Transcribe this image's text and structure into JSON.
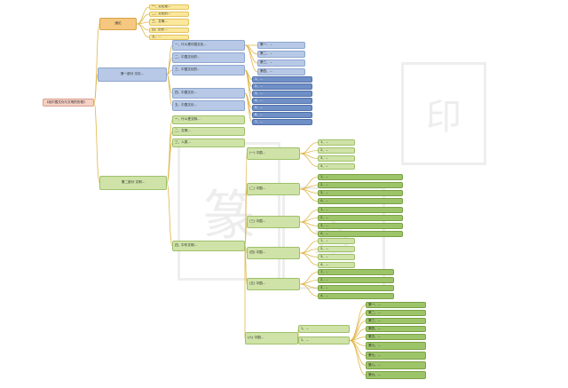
{
  "root": {
    "label": "《经中国文化与文明的历程》"
  },
  "branches": {
    "intro": {
      "label": "绪论",
      "items": [
        "一、文化是...",
        "二、文化的...",
        "三、文明...",
        "四、历史...",
        "五、..."
      ]
    },
    "part1": {
      "label": "第一部分 文化...",
      "items": [
        "一、什么是中国文化...",
        "二、中国文化的...",
        "三、中国文化的...",
        "四、中国文化...",
        "五、中国文化..."
      ],
      "sub_a": [
        "第一、...",
        "第二、...",
        "第三、...",
        "第四、..."
      ],
      "sub_b": [
        "1、...",
        "2、...",
        "3、...",
        "4、...",
        "5、...",
        "6、...",
        "7、..."
      ]
    },
    "part2": {
      "label": "第二部分 文明...",
      "items": [
        "一、什么是文明...",
        "二、文明...",
        "三、人类...",
        "四、中华文明..."
      ],
      "sections": [
        {
          "label": "(一) 中国...",
          "leaves": [
            "1、...",
            "2、...",
            "3、...",
            "4、..."
          ]
        },
        {
          "label": "(二) 中国...",
          "leaves": [
            "1、...",
            "2、...",
            "3、...",
            "4、..."
          ]
        },
        {
          "label": "(三) 中国...",
          "leaves": [
            "1、...",
            "2、...",
            "3、...",
            "4、..."
          ]
        },
        {
          "label": "(四) 中国...",
          "leaves": [
            "1、...",
            "2、...",
            "3、...",
            "4、..."
          ]
        },
        {
          "label": "(五) 中国...",
          "leaves": [
            "1、...",
            "2、...",
            "3、...",
            "4、..."
          ]
        },
        {
          "label": "(六) 中国...",
          "mids": [
            "1、...",
            "2、..."
          ],
          "leaves": [
            "第一、...",
            "第二、...",
            "第三、...",
            "第四、...",
            "第五、...",
            "第六、...",
            "第七、...",
            "第八、...",
            "第九、..."
          ]
        }
      ]
    }
  },
  "colors": {
    "root": "#f6d0c5",
    "level1": "#f5c77f",
    "intro_leaf": "#fbe89b",
    "part1": "#b7c9e6",
    "part1_dark": "#6f8fc7",
    "part2": "#cfe3a8",
    "part2_dark": "#9ec46a",
    "line": "#e0b74a"
  }
}
